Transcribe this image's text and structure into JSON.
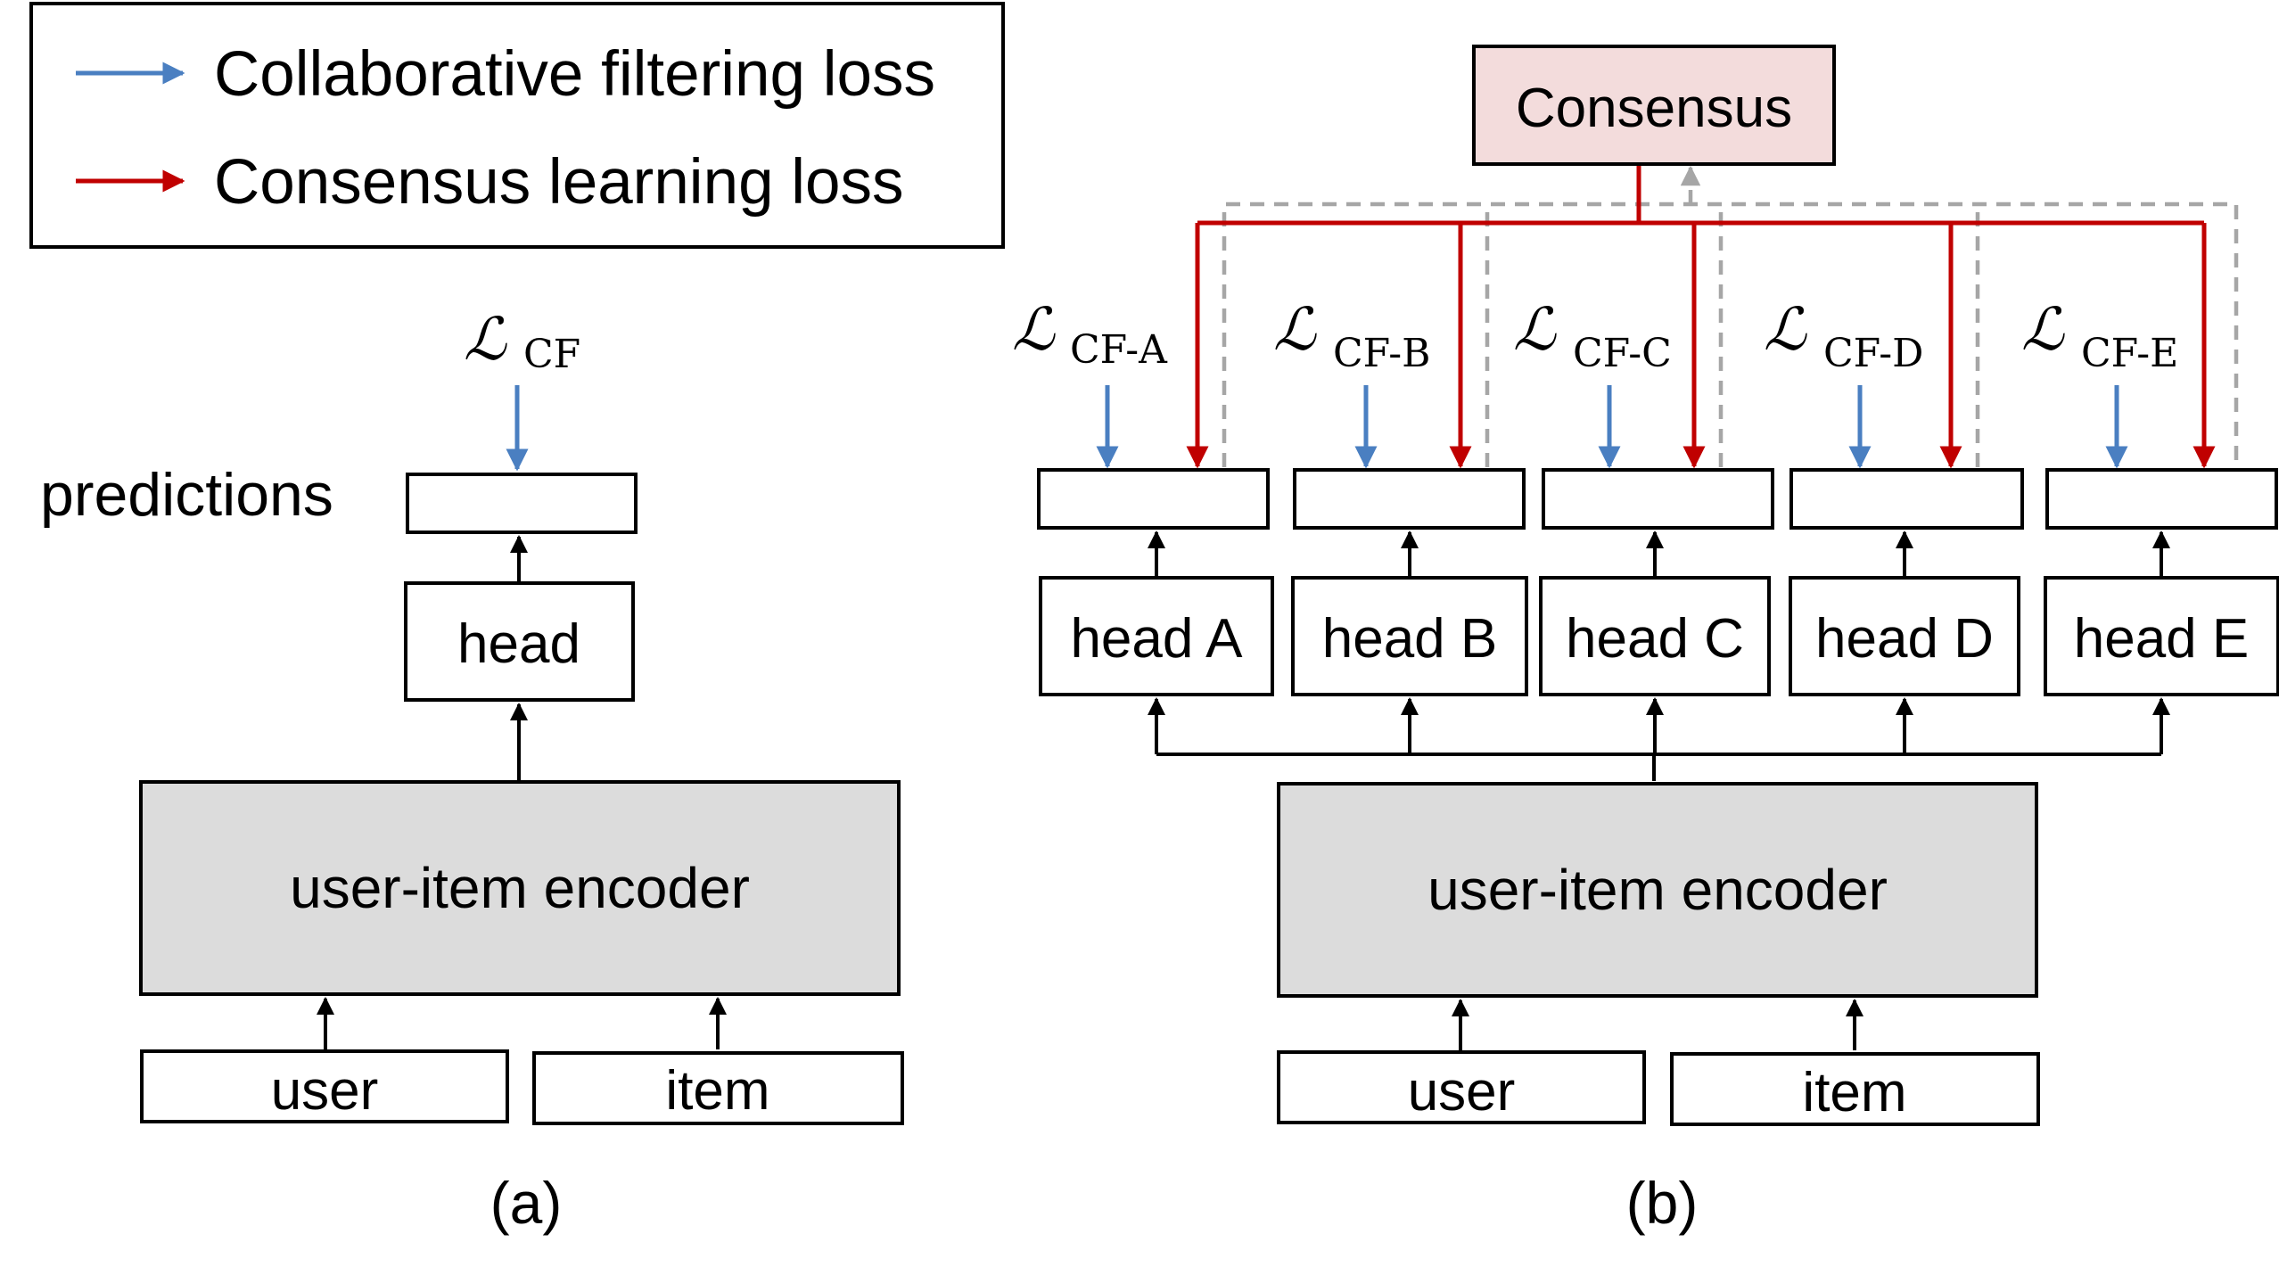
{
  "legend": {
    "items": [
      {
        "label": "Collaborative filtering loss",
        "color": "#4a7fc1"
      },
      {
        "label": "Consensus learning loss",
        "color": "#c00000"
      }
    ]
  },
  "panel_a": {
    "caption": "(a)",
    "loss": {
      "symbol": "ℒ",
      "subscript": "CF"
    },
    "predictions_label": "predictions",
    "head_label": "head",
    "encoder_label": "user-item encoder",
    "user_label": "user",
    "item_label": "item"
  },
  "panel_b": {
    "caption": "(b)",
    "consensus_label": "Consensus",
    "encoder_label": "user-item encoder",
    "user_label": "user",
    "item_label": "item",
    "heads": [
      {
        "label": "head A",
        "loss_symbol": "ℒ",
        "loss_subscript": "CF-A"
      },
      {
        "label": "head B",
        "loss_symbol": "ℒ",
        "loss_subscript": "CF-B"
      },
      {
        "label": "head C",
        "loss_symbol": "ℒ",
        "loss_subscript": "CF-C"
      },
      {
        "label": "head D",
        "loss_symbol": "ℒ",
        "loss_subscript": "CF-D"
      },
      {
        "label": "head E",
        "loss_symbol": "ℒ",
        "loss_subscript": "CF-E"
      }
    ]
  },
  "colors": {
    "cf_loss": "#4a7fc1",
    "consensus_loss": "#c00000",
    "consensus_feedback": "#a6a6a6",
    "encoder_fill": "#dcdcdc",
    "consensus_fill": "#f3dcdc"
  }
}
